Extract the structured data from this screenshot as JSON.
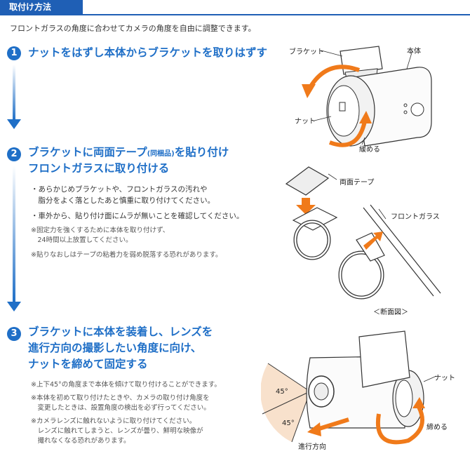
{
  "header": {
    "title": "取付け方法"
  },
  "intro": "フロントガラスの角度に合わせてカメラの角度を自由に調整できます。",
  "steps": [
    {
      "number": "1",
      "title": "ナットをはずし本体からブラケットを取りはずす"
    },
    {
      "number": "2",
      "title_line1_a": "ブラケットに両面テープ",
      "title_tag": "(同梱品)",
      "title_line1_b": "を貼り付け",
      "title_line2": "フロントガラスに取り付ける",
      "bullets": [
        "・あらかじめブラケットや、フロントガラスの汚れや",
        "　脂分をよく落としたあと慎重に取り付けてください。",
        "・車外から、貼り付け面にムラが無いことを確認してください。"
      ],
      "notes": [
        "※固定力を強くするために本体を取り付けず、",
        "　24時間以上放置してください。",
        "※貼りなおしはテープの粘着力を弱め脱落する恐れがあります。"
      ]
    },
    {
      "number": "3",
      "title_line1": "ブラケットに本体を装着し、レンズを",
      "title_line2": "進行方向の撮影したい角度に向け、",
      "title_line3": "ナットを締めて固定する",
      "notes": [
        "※上下45°の角度まで本体を傾けて取り付けることができます。",
        "※本体を初めて取り付けたときや、カメラの取り付け角度を",
        "　変更したときは、設置角度の検出を必ず行ってください。",
        "※カメラレンズに触れないように取り付けてください。",
        "　レンズに触れてしまうと、レンズが曇り、鮮明な映像が",
        "　撮れなくなる恐れがあります。"
      ]
    }
  ],
  "figure1": {
    "bracket": "ブラケット",
    "body": "本体",
    "nut": "ナット",
    "tighten": "緩める"
  },
  "figure2": {
    "tape": "両面テープ",
    "windshield": "フロントガラス",
    "section": "＜断面図＞"
  },
  "figure3": {
    "nut": "ナット",
    "tighten": "締める",
    "angle_top": "45°",
    "angle_bottom": "45°",
    "direction": "進行方向"
  },
  "colors": {
    "accent": "#1f6fc7",
    "arrow": "#f07a1a",
    "header": "#1f5fb5"
  }
}
